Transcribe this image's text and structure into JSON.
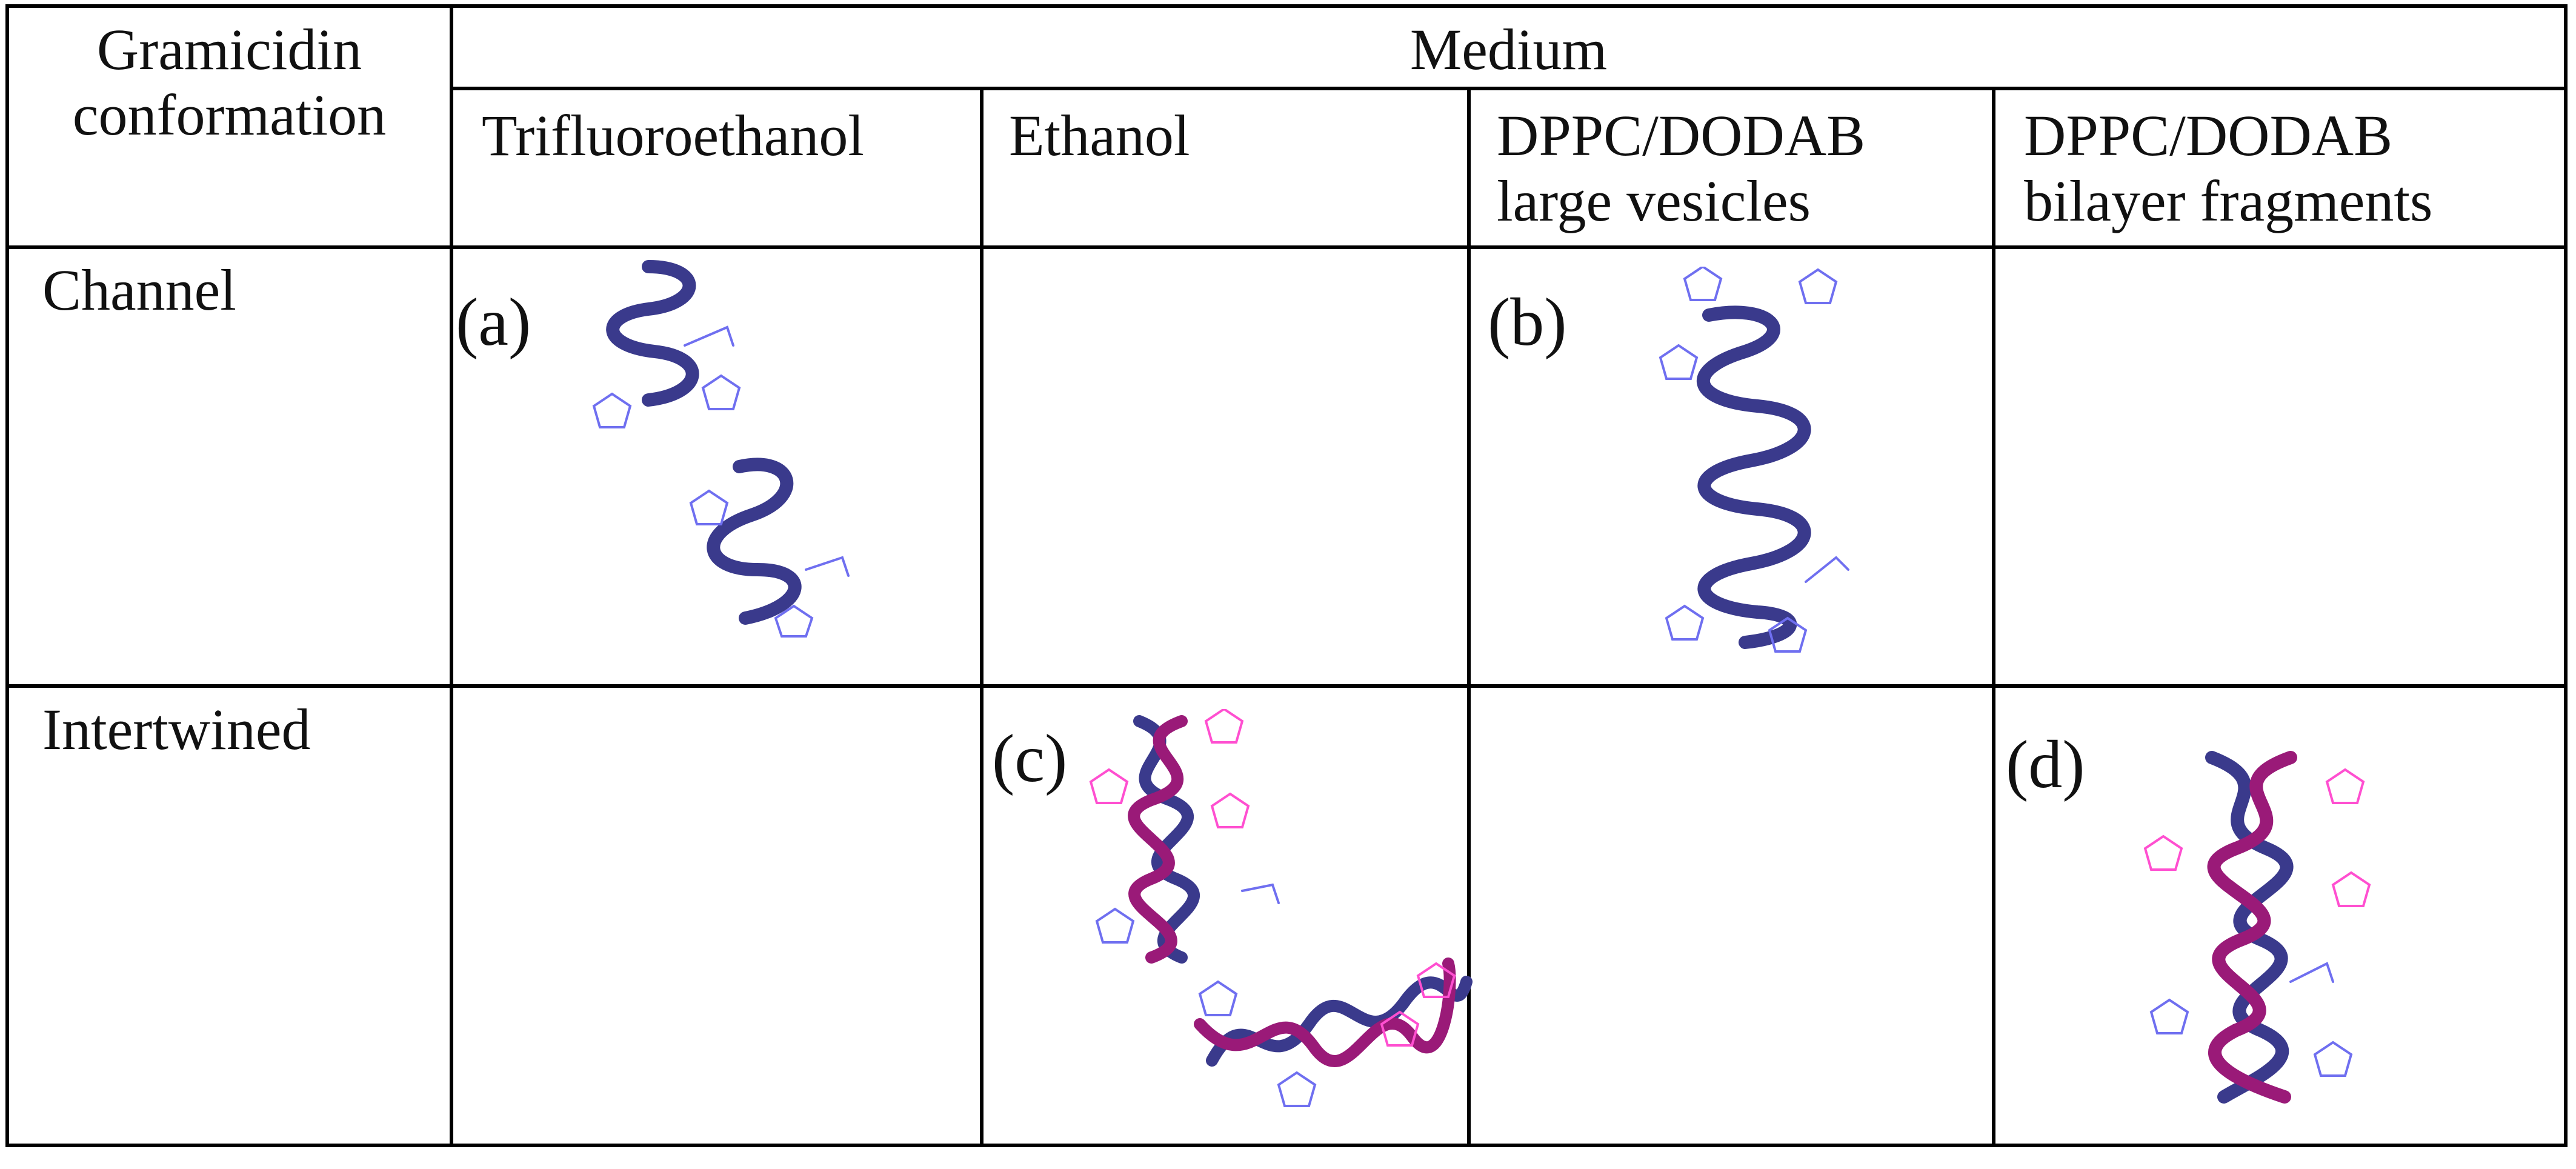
{
  "table": {
    "row_header_title": [
      "Gramicidin",
      "conformation"
    ],
    "column_group_title": "Medium",
    "columns": [
      {
        "lines": [
          "Trifluoroethanol"
        ]
      },
      {
        "lines": [
          "Ethanol"
        ]
      },
      {
        "lines": [
          "DPPC/DODAB",
          "large vesicles"
        ]
      },
      {
        "lines": [
          "DPPC/DODAB",
          "bilayer fragments"
        ]
      }
    ],
    "rows": [
      {
        "label": "Channel"
      },
      {
        "label": "Intertwined"
      }
    ],
    "panels": {
      "a": "(a)",
      "b": "(b)",
      "c": "(c)",
      "d": "(d)"
    }
  },
  "colors": {
    "grid": "#000000",
    "strand_blue": "#3a3a8c",
    "strand_magenta": "#9a1a78",
    "side_blue": "#6f6ff0",
    "side_magenta": "#ff4fd0"
  }
}
